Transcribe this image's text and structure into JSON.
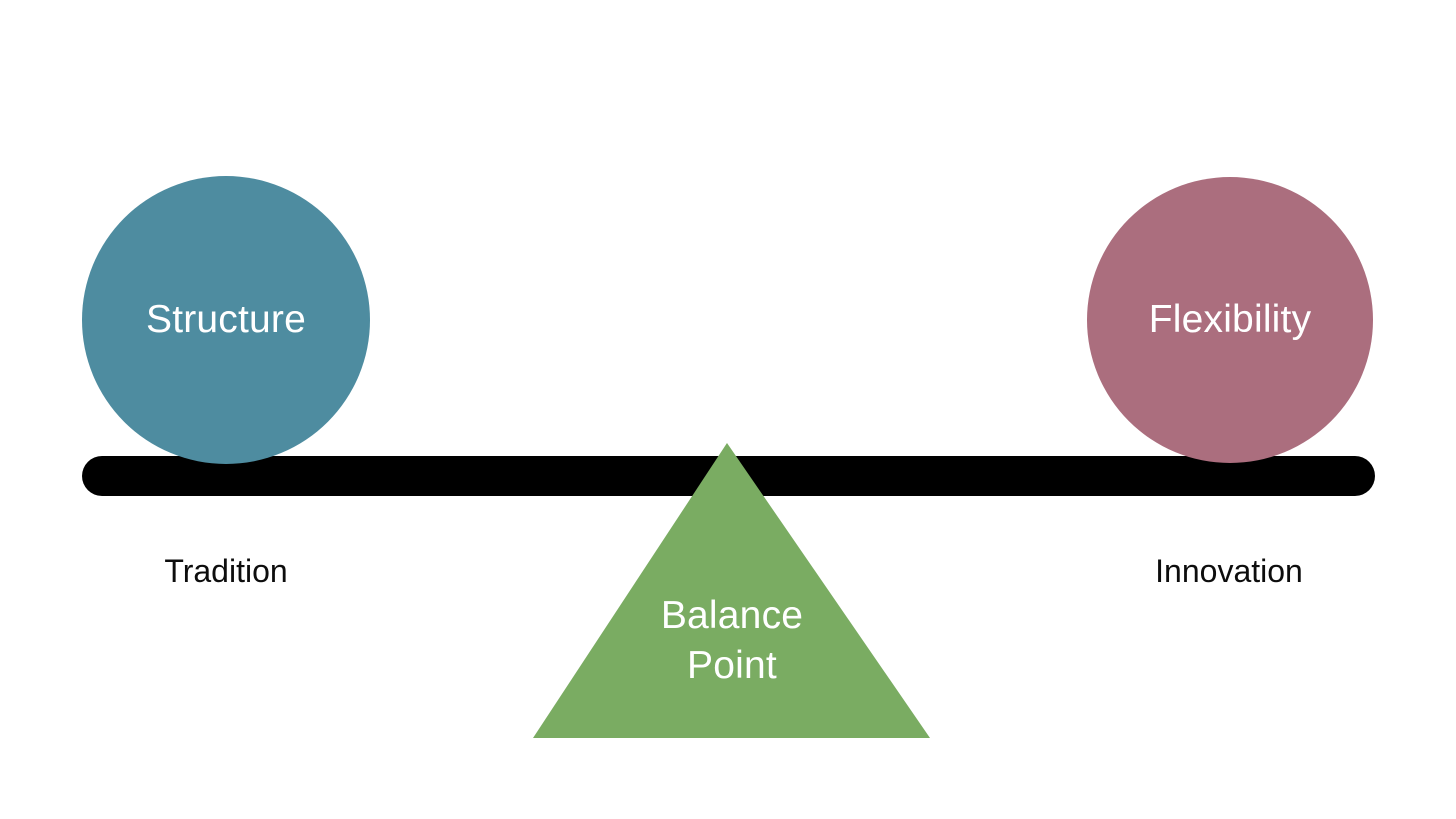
{
  "diagram": {
    "type": "balance-scale-metaphor",
    "background_color": "#ffffff",
    "beam": {
      "name": "balance-beam",
      "color": "#000000"
    },
    "left_weight": {
      "label": "Structure",
      "color": "#4E8CA0",
      "text_color": "#ffffff",
      "axis_label": "Tradition"
    },
    "right_weight": {
      "label": "Flexibility",
      "color": "#AB6E7E",
      "text_color": "#ffffff",
      "axis_label": "Innovation"
    },
    "fulcrum": {
      "label_line1": "Balance",
      "label_line2": "Point",
      "color": "#7AAC62",
      "text_color": "#ffffff"
    }
  }
}
